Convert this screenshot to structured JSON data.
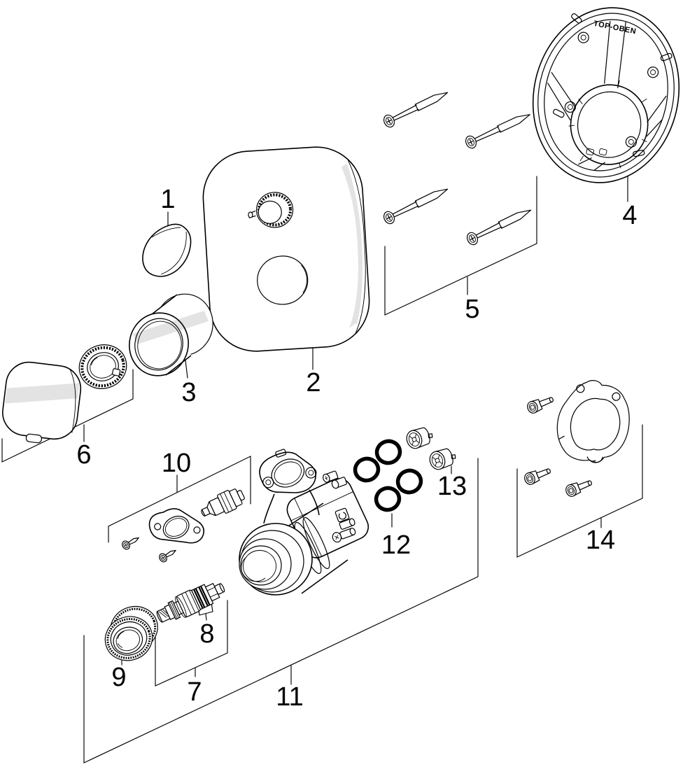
{
  "diagram": {
    "background": "#ffffff",
    "line_color": "#000000",
    "shade_color": "#e3e3e3",
    "ring_top_marking": "TOP-OBEN",
    "part_labels": {
      "p1": "1",
      "p2": "2",
      "p3": "3",
      "p4": "4",
      "p5": "5",
      "p6": "6",
      "p7": "7",
      "p8": "8",
      "p9": "9",
      "p10": "10",
      "p11": "11",
      "p12": "12",
      "p13": "13",
      "p14": "14"
    }
  }
}
